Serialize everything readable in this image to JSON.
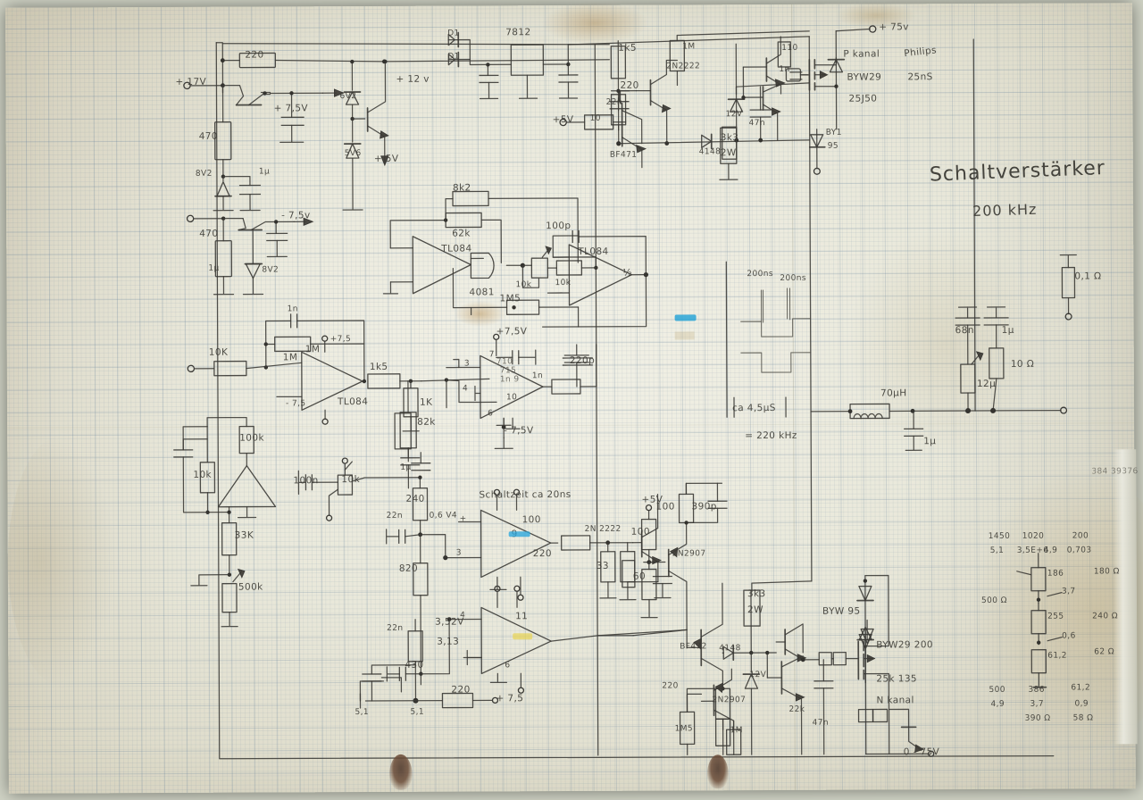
{
  "document": {
    "title": "Schaltverstärker",
    "subtitle": "200 kHz",
    "medium": "hand-drawn pencil schematic on graph paper"
  },
  "supply_top": {
    "in_17v": "+ 17V",
    "r_220": "220",
    "out_12v": "+ 12 v",
    "out_75_a": "+ 7,5V",
    "r_470": "470",
    "z_8v2": "8V2",
    "c_1u": "1µ",
    "z_6v2": "6V2",
    "z_5v6": "5V6",
    "out_5v": "+ 5V"
  },
  "supply_neg": {
    "out_m75": "- 7,5v",
    "r_470": "470",
    "z_8v2": "8V2",
    "c_1u": "1µ"
  },
  "reg_7812": {
    "label": "7812",
    "diode1": "D1",
    "diode2": "D1"
  },
  "osc_stage": {
    "r_8k2": "8k2",
    "r_62k": "62k",
    "ic_tl084_a": "TL084",
    "ic_4081": "4081",
    "pot_10k": "10k",
    "r_10k": "10k",
    "c_100p": "100p",
    "ic_tl084_b": "TL084",
    "r_1m5": "1M5",
    "out_half": "½"
  },
  "amp_stage": {
    "r_10k_in": "10K",
    "c_1n": "1n",
    "r_1m": "1M",
    "ic_tl084": "TL084",
    "v_p75": "+7,5",
    "v_m75": "- 7,5",
    "r_1k5": "1k5",
    "r_1k": "1K",
    "r_82k": "82k",
    "c_1u": "1µ",
    "r_100k": "100k",
    "r_1m_b": "1M"
  },
  "ref_stage": {
    "r_100k": "100k",
    "r_10k": "10k",
    "r_33k": "33K",
    "pot_500k": "500k",
    "c_100n": "100n",
    "r_10k_b": "10k"
  },
  "comparator": {
    "pin7": "7",
    "v_p75": "+7,5V",
    "pin3": "3",
    "pin4": "4",
    "pin6": "6",
    "pin10": "10",
    "note_710": "710",
    "note_715": "715",
    "note_1n9": "1n 9",
    "r_1n": "1n",
    "c_220p": "220p",
    "v_m75": "- 7,5V"
  },
  "driver_stage": {
    "r_240": "240",
    "r_22n": "22n",
    "note_06v4": "0,6 V4",
    "pin_plus": "+",
    "pin3": "3",
    "r_820": "820",
    "note_switch_time": "Schaltzeit ca 20ns",
    "pin9": "9",
    "r_100": "100",
    "r_220": "220",
    "q_2n2222": "2N 2222",
    "r_33": "33"
  },
  "driver_stage2": {
    "pin4": "4",
    "pin11": "11",
    "pin6": "6",
    "note_352v": "3,52V",
    "note_313": "3,13",
    "r_430": "430",
    "r_22n": "22n",
    "r_220": "220",
    "v_p75": "+ 7,5",
    "note_51": "5,1",
    "note_51b": "5,1"
  },
  "level_shift": {
    "v_5v": "+5V",
    "r_100": "100",
    "c_390p": "390p",
    "q_2n2907": "2N2907",
    "r_100b": "100",
    "r_60": "60"
  },
  "hv_stage_top": {
    "r_1k5": "1k5",
    "r_1m": "1M",
    "r_220": "220",
    "q_2n2222": "2N2222",
    "c_22n": "22n",
    "v_5v": "+5V",
    "r_10": "10",
    "q_bf471": "BF471",
    "d_4148": "4148",
    "z_12v": "12V",
    "c_47n": "47n",
    "r_3k3": "3k3",
    "p_2w": "2W",
    "r_110": "110",
    "c_1n": "1n",
    "d_by1": "BY1",
    "d_95": "95",
    "v_75v": "+ 75v"
  },
  "hv_stage_bottom": {
    "q_bf472": "BF472",
    "r_220": "220",
    "r_1m5": "1M5",
    "q_2n2907": "2N2907",
    "r_1m": "1M",
    "d_4148": "4148",
    "r_3k3": "3k3",
    "p_2w": "2W",
    "z_12v": "12V",
    "r_22k": "22k",
    "c_47n": "47n",
    "d_byw95": "BYW 95",
    "d_byw29": "BYW29  200",
    "fet_25k135": "25k 135",
    "fet_channel": "N kanal",
    "out_0_75v": "0 - 75V"
  },
  "notes_top_right": {
    "channel": "P kanal",
    "brand": "Philips",
    "diode": "BYW29",
    "trr": "25nS",
    "part": "25J50"
  },
  "waveform": {
    "spike1": "200ns",
    "spike2": "200ns",
    "period": "ca 4,5µS",
    "freq": "= 220 kHz"
  },
  "output_filter": {
    "l_70uh": "70µH",
    "c_1u": "1µ",
    "c_68n": "68n",
    "c_1u_b": "1µ",
    "pot_12u": "12µ",
    "r_10": "10 Ω",
    "r_01": "0,1 Ω"
  },
  "calc_block": {
    "line1_a": "1450",
    "line1_b": "5,1",
    "line1_c": "1020",
    "line1_d": "3,5E+6",
    "line1_e": "200",
    "line1_f": "0,703",
    "lbl_49": "4,9",
    "lbl_186": "186",
    "lbl_180": "180 Ω",
    "lbl_500": "500 Ω",
    "lbl_37": "3,7",
    "lbl_255": "255",
    "lbl_240": "240 Ω",
    "lbl_06": "0,6",
    "lbl_612": "61,2",
    "lbl_62": "62 Ω",
    "line2_a": "500",
    "line2_b": "4,9",
    "line2_c": "386",
    "line2_d": "3,7",
    "line2_e": "61,2",
    "line2_f": "0,9",
    "line2_g": "390 Ω",
    "line2_h": "58 Ω"
  },
  "stray": {
    "margin_note": "384 39376"
  },
  "colors": {
    "paper": "#ecead e",
    "grid": "#5a7896",
    "pencil": "#3b3a36",
    "highlight_blue": "#1a9fd6",
    "highlight_yellow": "#e8d24a"
  }
}
